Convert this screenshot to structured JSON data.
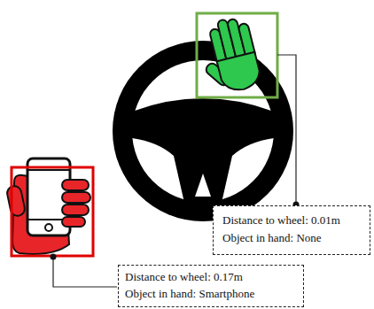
{
  "diagram": {
    "nodes": [
      {
        "text": [
          "Distance to wheel: 0.01m",
          "Object in hand: None"
        ]
      },
      {
        "text": [
          "Distance to wheel: 0.17m",
          "Object in hand: Smartphone"
        ]
      }
    ]
  }
}
